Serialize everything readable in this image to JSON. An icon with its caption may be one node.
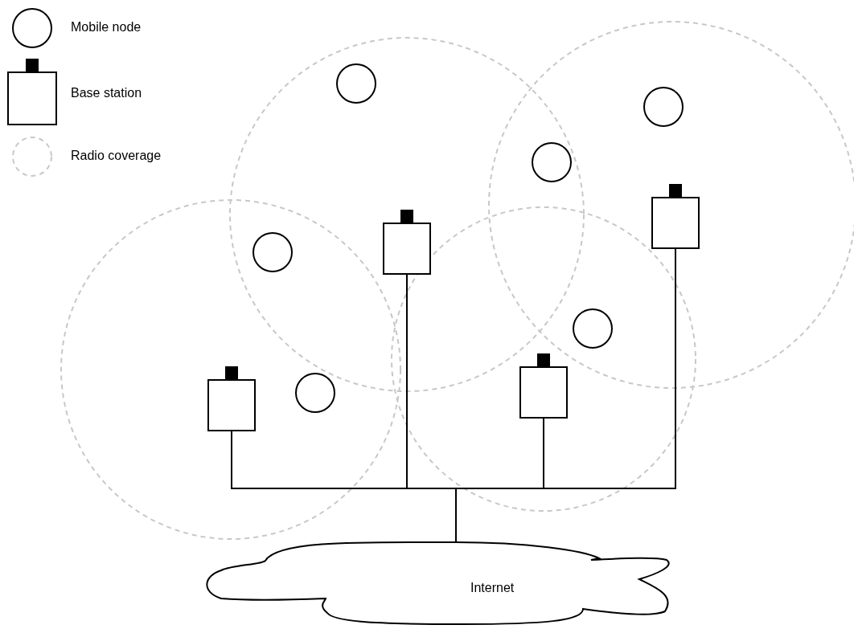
{
  "diagram": {
    "nodes": [
      {
        "text": [],
        "shape": "circle"
      },
      {
        "text": [],
        "shape": "circle"
      },
      {
        "text": [],
        "shape": "circle"
      },
      {
        "text": [],
        "shape": "circle"
      },
      {
        "text": [],
        "shape": "circle"
      },
      {
        "text": [],
        "shape": "circle"
      },
      {
        "text": [],
        "shape": "box"
      },
      {
        "text": [],
        "shape": "box"
      },
      {
        "text": [],
        "shape": "box"
      },
      {
        "text": [],
        "shape": "box"
      },
      {
        "text": [
          "Internet"
        ]
      }
    ],
    "edges": [
      {
        "from": 6,
        "to": 10,
        "arrow": "none"
      },
      {
        "from": 7,
        "to": 10,
        "arrow": "none"
      },
      {
        "from": 8,
        "to": 10,
        "arrow": "none"
      },
      {
        "from": 9,
        "to": 10,
        "arrow": "none"
      }
    ],
    "legend": [
      {
        "text": "Mobile node"
      },
      {
        "text": "Base station"
      },
      {
        "text": "Radio coverage"
      }
    ]
  }
}
